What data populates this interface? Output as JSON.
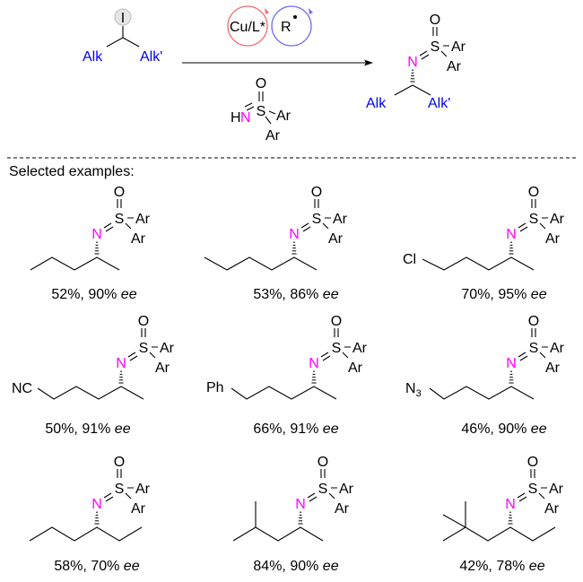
{
  "scheme": {
    "iodide_label": "I",
    "alk": "Alk",
    "alk_prime": "Alk'",
    "catalyst": "Cu/L*",
    "radical": "R",
    "reagent_h": "H",
    "reagent_n": "N",
    "colors": {
      "cu_cycle": "#f07070",
      "radical_cycle": "#7070f0",
      "alkyl": "#0000ff",
      "nitrogen": "#ff00ff"
    }
  },
  "atoms": {
    "O": "O",
    "S": "S",
    "Ar": "Ar",
    "N": "N"
  },
  "section_title": "Selected examples:",
  "ee_label": "ee",
  "examples": [
    {
      "substituent": "",
      "yield_ee": "52%, 90% "
    },
    {
      "substituent": "",
      "yield_ee": "53%, 86% "
    },
    {
      "substituent": "Cl",
      "yield_ee": "70%, 95% "
    },
    {
      "substituent": "NC",
      "yield_ee": "50%, 91% "
    },
    {
      "substituent": "Ph",
      "yield_ee": "66%, 91% "
    },
    {
      "substituent": "N",
      "substituent_sub": "3",
      "yield_ee": "46%, 90% "
    },
    {
      "substituent": "",
      "yield_ee": "58%, 70% "
    },
    {
      "substituent": "",
      "yield_ee": "84%, 90% "
    },
    {
      "substituent": "",
      "yield_ee": "42%, 78% "
    }
  ]
}
